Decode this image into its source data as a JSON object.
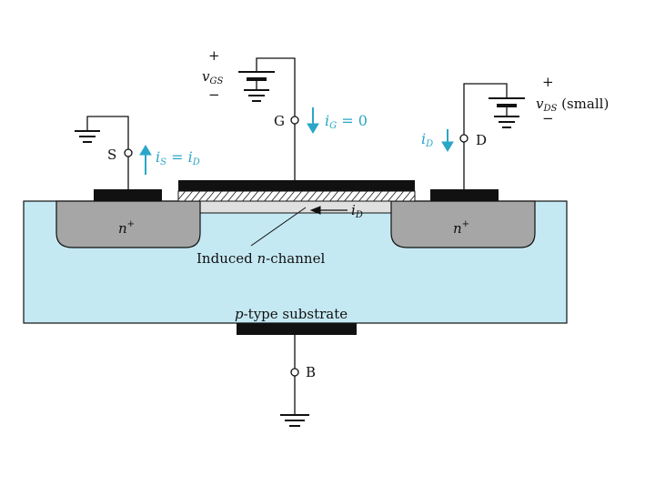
{
  "colors": {
    "substrate": "#c5e9f3",
    "n_region": "#a6a6a6",
    "channel": "#e0e0e0",
    "metal": "#111111",
    "current_label": "#2aa6c8"
  },
  "terminals": {
    "source": "S",
    "gate": "G",
    "drain": "D",
    "body": "B"
  },
  "supplies": {
    "vgs": {
      "plus": "+",
      "minus": "−",
      "symbol": "v",
      "sub": "GS"
    },
    "vds": {
      "plus": "+",
      "minus": "−",
      "symbol": "v",
      "sub": "DS",
      "suffix": " (small)"
    }
  },
  "currents": {
    "ig": {
      "symbol": "i",
      "sub": "G",
      "rest": " = 0"
    },
    "is": {
      "symbol": "i",
      "sub": "S",
      "rest": " = ",
      "symbol2": "i",
      "sub2": "D"
    },
    "id": {
      "symbol": "i",
      "sub": "D"
    },
    "id_channel": {
      "symbol": "i",
      "sub": "D"
    }
  },
  "regions": {
    "n_plus": {
      "letter": "n",
      "sup": "+"
    },
    "channel": {
      "pre": "Induced ",
      "italic": "n",
      "post": "-channel"
    },
    "substrate": {
      "italic": "p",
      "post": "-type substrate"
    }
  }
}
